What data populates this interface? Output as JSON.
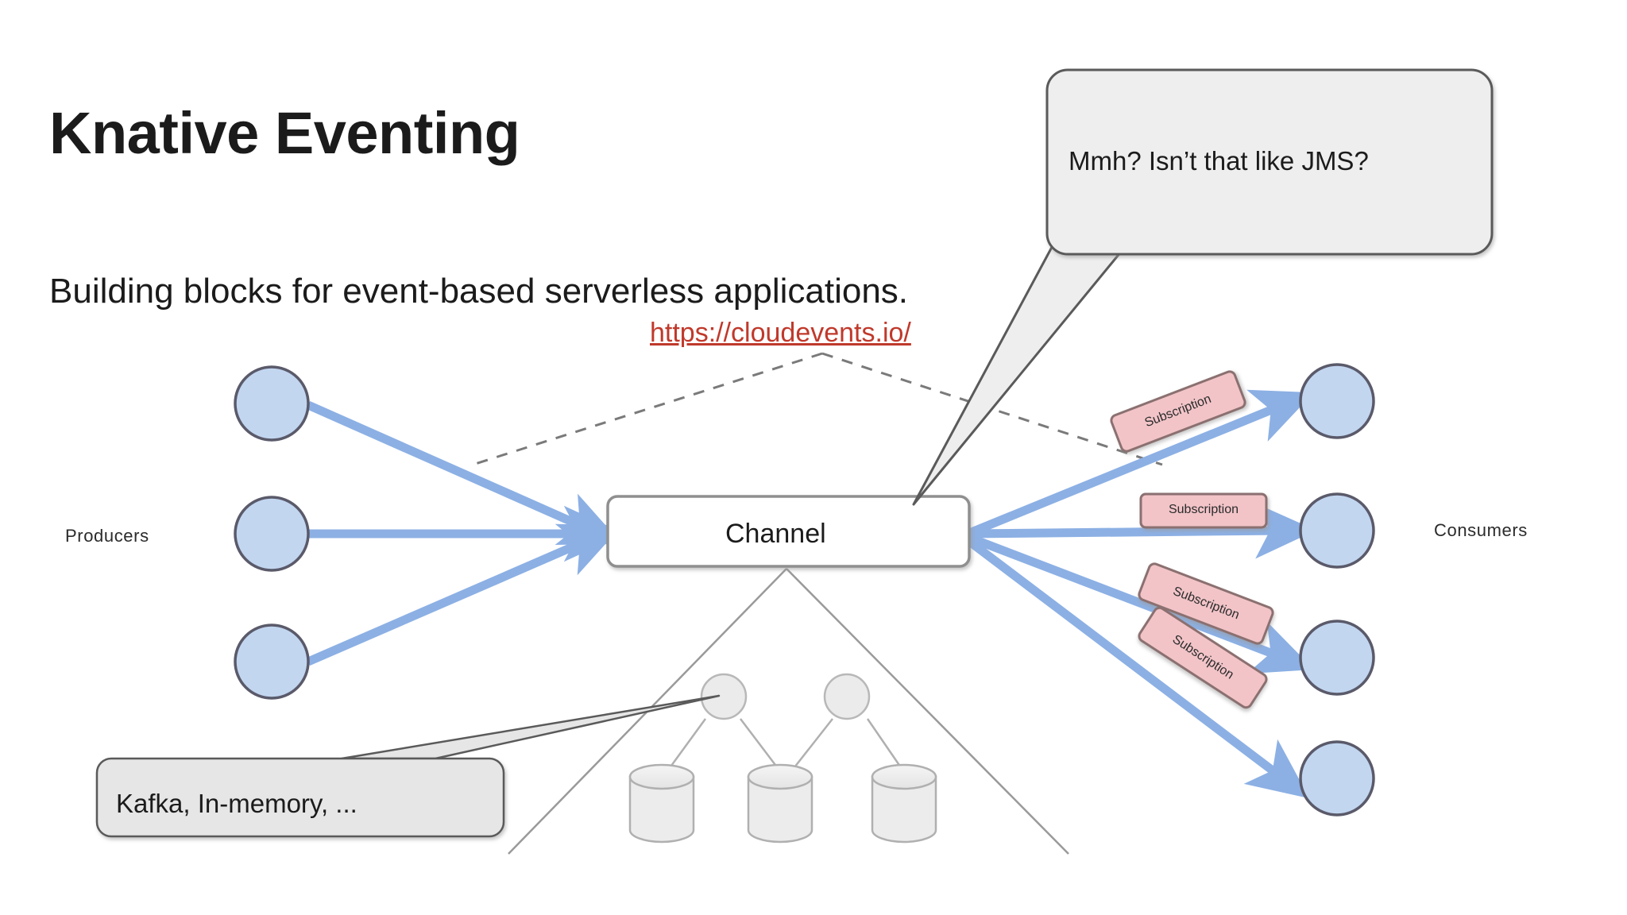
{
  "slide": {
    "title": "Knative Eventing",
    "subtitle": "Building blocks for event-based serverless applications.",
    "link": "https://cloudevents.io/",
    "background": "#ffffff"
  },
  "labels": {
    "producers": "Producers",
    "consumers": "Consumers"
  },
  "callouts": [
    {
      "id": "jms",
      "text": "Mmh? Isn’t that like JMS?",
      "fill": "#eeeeee",
      "stroke": "#5a5a5a"
    },
    {
      "id": "kafka",
      "text": "Kafka, In-memory, ...",
      "fill": "#e6e6e6",
      "stroke": "#5a5a5a"
    }
  ],
  "diagram": {
    "channel_label": "Channel",
    "producer_count": 3,
    "consumer_count": 4,
    "subscription_labels": [
      "Subscription",
      "Subscription",
      "Subscription",
      "Subscription"
    ],
    "broker_node_count": 2,
    "storage_count": 3
  },
  "colors": {
    "node_fill": "#c2d6f0",
    "node_stroke": "#5a5a6a",
    "arrow": "#8cb0e4",
    "subscription_fill": "#f2c4c8",
    "subscription_stroke": "#8b6f6f",
    "cluster_fill": "#ebebeb",
    "cluster_stroke": "#b0b0b0",
    "dashed_line": "#7a7a7a",
    "link": "#c0392b",
    "channel_stroke": "#8f8f8f",
    "text": "#1b1b1b"
  }
}
